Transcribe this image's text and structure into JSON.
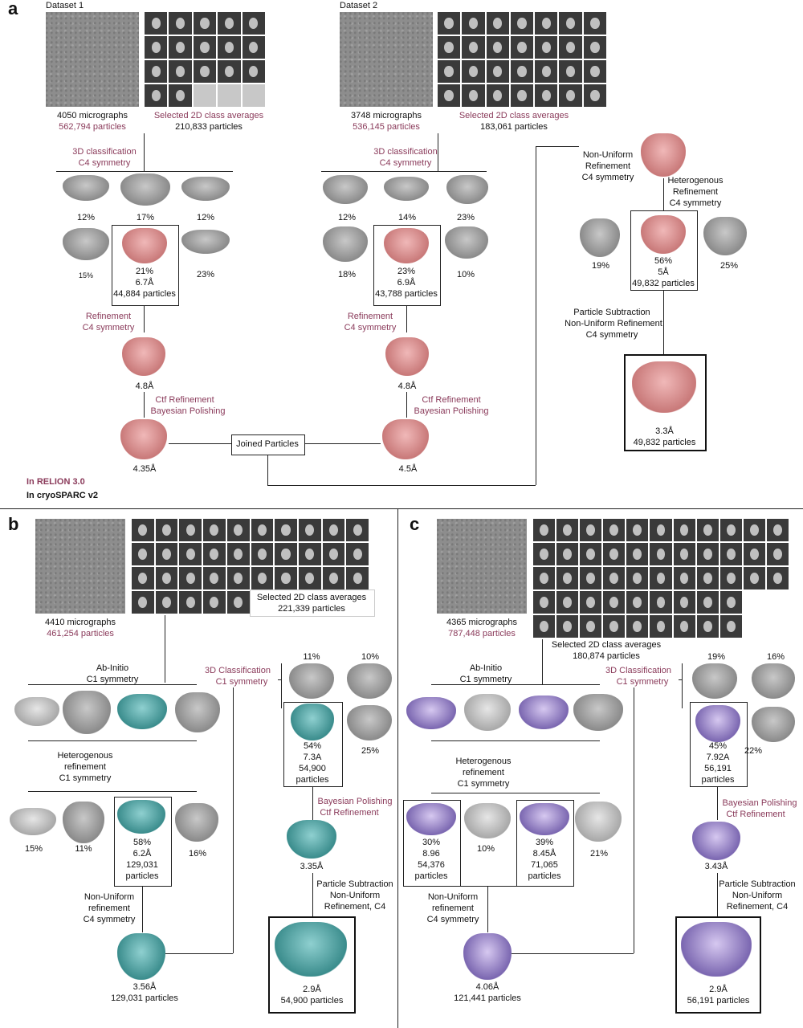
{
  "panel_labels": {
    "a": "a",
    "b": "b",
    "c": "c"
  },
  "legend": {
    "relion": "In RELION 3.0",
    "cryosparc": "In cryoSPARC v2"
  },
  "colors": {
    "relion": "#8a3a5a",
    "cryosparc": "#111111",
    "pink_map": "#d08a8a",
    "teal_map": "#3f9a9a",
    "purple_map": "#8a78c0"
  },
  "a": {
    "d1": {
      "name": "Dataset 1",
      "mic": "4050 micrographs",
      "parts": "562,794 particles",
      "sel": "Selected 2D class averages",
      "sel_parts": "210,833 particles",
      "cls": "3D classification",
      "cls_sym": "C4 symmetry",
      "p1": "12%",
      "p2": "17%",
      "p3": "12%",
      "p4": "15%",
      "p5": "23%",
      "best_pct": "21%",
      "best_res": "6.7Å",
      "best_parts": "44,884 particles",
      "ref": "Refinement",
      "ref_sym": "C4 symmetry",
      "res1": "4.8Å",
      "ctf": "Ctf Refinement",
      "bay": "Bayesian Polishing",
      "res2": "4.35Å"
    },
    "d2": {
      "name": "Dataset 2",
      "mic": "3748 micrographs",
      "parts": "536,145 particles",
      "sel": "Selected 2D class averages",
      "sel_parts": "183,061 particles",
      "cls": "3D classification",
      "cls_sym": "C4 symmetry",
      "p1": "12%",
      "p2": "14%",
      "p3": "23%",
      "p4": "18%",
      "p5": "10%",
      "best_pct": "23%",
      "best_res": "6.9Å",
      "best_parts": "43,788 particles",
      "ref": "Refinement",
      "ref_sym": "C4 symmetry",
      "res1": "4.8Å",
      "ctf": "Ctf Refinement",
      "bay": "Bayesian Polishing",
      "res2": "4.5Å"
    },
    "joined": "Joined Particles",
    "nu1": "Non-Uniform",
    "nu2": "Refinement",
    "nu3": "C4 symmetry",
    "het1": "Heterogenous",
    "het2": "Refinement",
    "het3": "C4 symmetry",
    "h1": "19%",
    "h2_pct": "56%",
    "h2_res": "5Å",
    "h2_parts": "49,832 particles",
    "h3": "25%",
    "ps1": "Particle Subtraction",
    "ps2": "Non-Uniform Refinement",
    "ps3": "C4 symmetry",
    "final_res": "3.3Å",
    "final_parts": "49,832 particles"
  },
  "b": {
    "mic": "4410 micrographs",
    "parts": "461,254 particles",
    "sel": "Selected 2D class averages",
    "sel_parts": "221,339 particles",
    "ab1": "Ab-Initio",
    "ab2": "C1 symmetry",
    "het1": "Heterogenous",
    "het2": "refinement",
    "het3": "C1 symmetry",
    "r1": "15%",
    "r2": "11%",
    "best_pct": "58%",
    "best_res": "6.2Å",
    "best_parts": "129,031",
    "best_lbl": "particles",
    "r4": "16%",
    "nu1": "Non-Uniform",
    "nu2": "refinement",
    "nu3": "C4 symmetry",
    "res_nu": "3.56Å",
    "parts_nu": "129,031 particles",
    "c3d1": "3D Classification",
    "c3d2": "C1 symmetry",
    "c1": "11%",
    "c2": "10%",
    "cb_pct": "54%",
    "cb_res": "7.3A",
    "cb_parts": "54,900",
    "cb_lbl": "particles",
    "c4": "25%",
    "bp1": "Bayesian Polishing",
    "bp2": "Ctf Refinement",
    "res_bp": "3.35Å",
    "ps1": "Particle Subtraction",
    "ps2": "Non-Uniform",
    "ps3": "Refinement, C4",
    "final_res": "2.9Å",
    "final_parts": "54,900 particles"
  },
  "c": {
    "mic": "4365 micrographs",
    "parts": "787,448 particles",
    "sel": "Selected 2D class averages",
    "sel_parts": "180,874 particles",
    "ab1": "Ab-Initio",
    "ab2": "C1 symmetry",
    "het1": "Heterogenous",
    "het2": "refinement",
    "het3": "C1 symmetry",
    "a_pct": "30%",
    "a_res": "8.96",
    "a_parts": "54,376",
    "a_lbl": "particles",
    "r2": "10%",
    "b_pct": "39%",
    "b_res": "8.45Å",
    "b_parts": "71,065",
    "b_lbl": "particles",
    "r4": "21%",
    "nu1": "Non-Uniform",
    "nu2": "refinement",
    "nu3": "C4 symmetry",
    "res_nu": "4.06Å",
    "parts_nu": "121,441 particles",
    "c3d1": "3D Classification",
    "c3d2": "C1 symmetry",
    "c1": "19%",
    "c2": "16%",
    "cb_pct": "45%",
    "cb_res": "7.92A",
    "cb_parts": "56,191",
    "cb_lbl": "particles",
    "c4": "22%",
    "bp1": "Bayesian Polishing",
    "bp2": "Ctf Refinement",
    "res_bp": "3.43Å",
    "ps1": "Particle Subtraction",
    "ps2": "Non-Uniform",
    "ps3": "Refinement, C4",
    "final_res": "2.9Å",
    "final_parts": "56,191 particles"
  }
}
